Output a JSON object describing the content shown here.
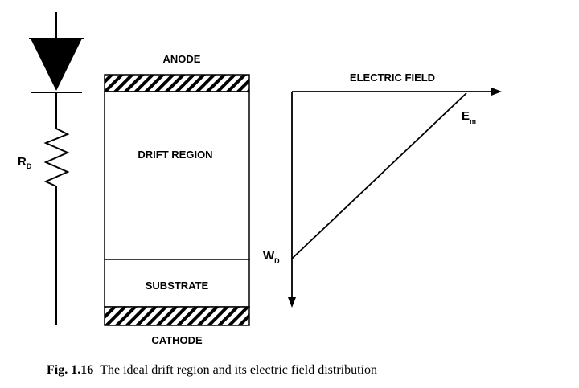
{
  "labels": {
    "anode": "ANODE",
    "drift_region": "DRIFT REGION",
    "substrate": "SUBSTRATE",
    "cathode": "CATHODE",
    "electric_field": "ELECTRIC FIELD",
    "resistor_main": "R",
    "resistor_sub": "D",
    "em_main": "E",
    "em_sub": "m",
    "wd_main": "W",
    "wd_sub": "D"
  },
  "caption": {
    "number": "Fig. 1.16",
    "text": "The ideal drift region and its electric field distribution"
  }
}
